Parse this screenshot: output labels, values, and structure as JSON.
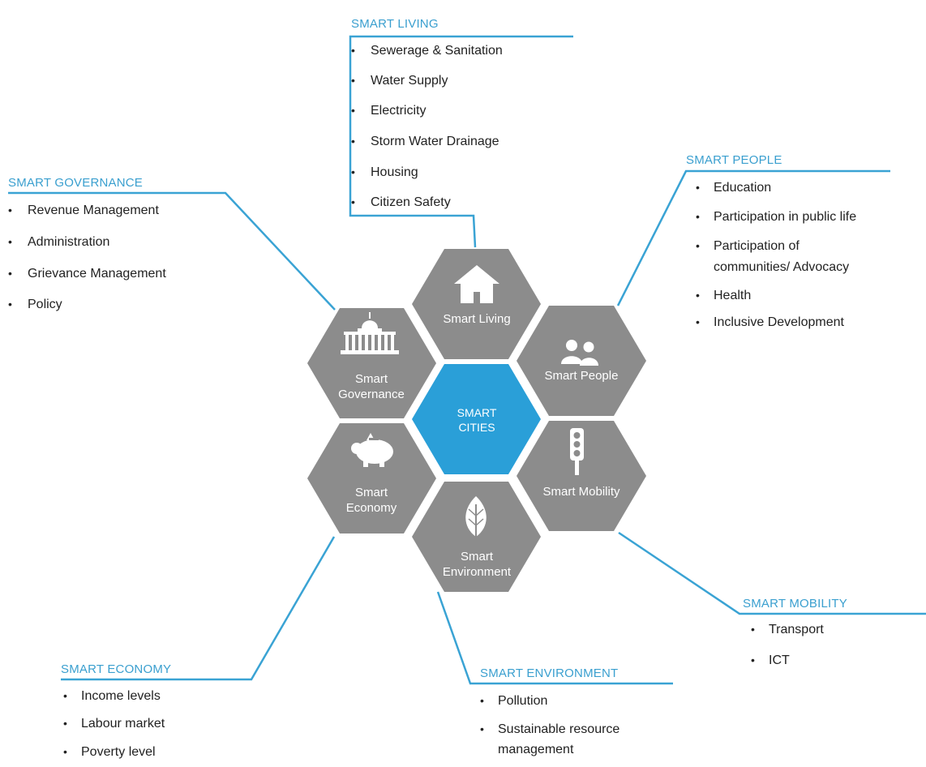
{
  "center": {
    "line1": "SMART",
    "line2": "CITIES"
  },
  "hexagons": {
    "living": {
      "lines": [
        "Smart Living"
      ],
      "icon": "house-icon"
    },
    "people": {
      "lines": [
        "Smart People"
      ],
      "icon": "people-icon"
    },
    "mobility": {
      "lines": [
        "Smart Mobility"
      ],
      "icon": "traffic-light-icon"
    },
    "environment": {
      "lines": [
        "Smart",
        "Environment"
      ],
      "icon": "leaf-icon"
    },
    "economy": {
      "lines": [
        "Smart",
        "Economy"
      ],
      "icon": "piggy-bank-icon"
    },
    "governance": {
      "lines": [
        "Smart",
        "Governance"
      ],
      "icon": "capitol-building-icon"
    }
  },
  "panels": {
    "living": {
      "heading": "SMART LIVING",
      "items": [
        "Sewerage & Sanitation",
        "Water  Supply",
        "Electricity",
        "Storm Water  Drainage",
        "Housing",
        "Citizen Safety"
      ]
    },
    "people": {
      "heading": "SMART PEOPLE",
      "items": [
        "Education",
        "Participation in public  life",
        "Participation of",
        "communities/ Advocacy",
        "Health",
        "Inclusive  Development"
      ]
    },
    "governance": {
      "heading": "SMART GOVERNANCE",
      "items": [
        "Revenue Management",
        "Administration",
        "Grievance Management",
        "Policy"
      ]
    },
    "mobility": {
      "heading": "SMART MOBILITY",
      "items": [
        "Transport",
        "ICT"
      ]
    },
    "economy": {
      "heading": "SMART ECONOMY",
      "items": [
        "Income levels",
        "Labour market",
        "Poverty level"
      ]
    },
    "environment": {
      "heading": "SMART ENVIRONMENT",
      "items": [
        "Pollution",
        "Sustainable resource",
        "management"
      ]
    }
  },
  "colors": {
    "hex_gray": "#8c8c8c",
    "hex_center": "#2a9fd8",
    "accent": "#3aa3d4"
  }
}
